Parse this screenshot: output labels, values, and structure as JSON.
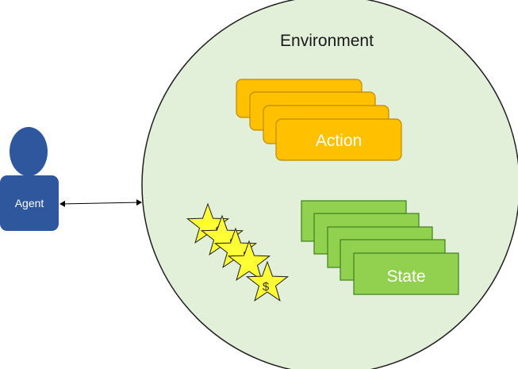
{
  "environment": {
    "label": "Environment"
  },
  "agent": {
    "label": "Agent"
  },
  "action": {
    "label": "Action"
  },
  "state": {
    "label": "State"
  },
  "reward": {
    "symbol": "$"
  },
  "colors": {
    "environment_fill": "#e2efd9",
    "environment_stroke": "#1f1f1f",
    "agent_fill": "#2e579e",
    "action_fill": "#ffc000",
    "action_stroke": "#c08a00",
    "state_fill": "#92d050",
    "state_stroke": "#3f7f1f",
    "star_fill": "#ffff33",
    "star_stroke": "#1f1f1f",
    "arrow": "#000000"
  }
}
